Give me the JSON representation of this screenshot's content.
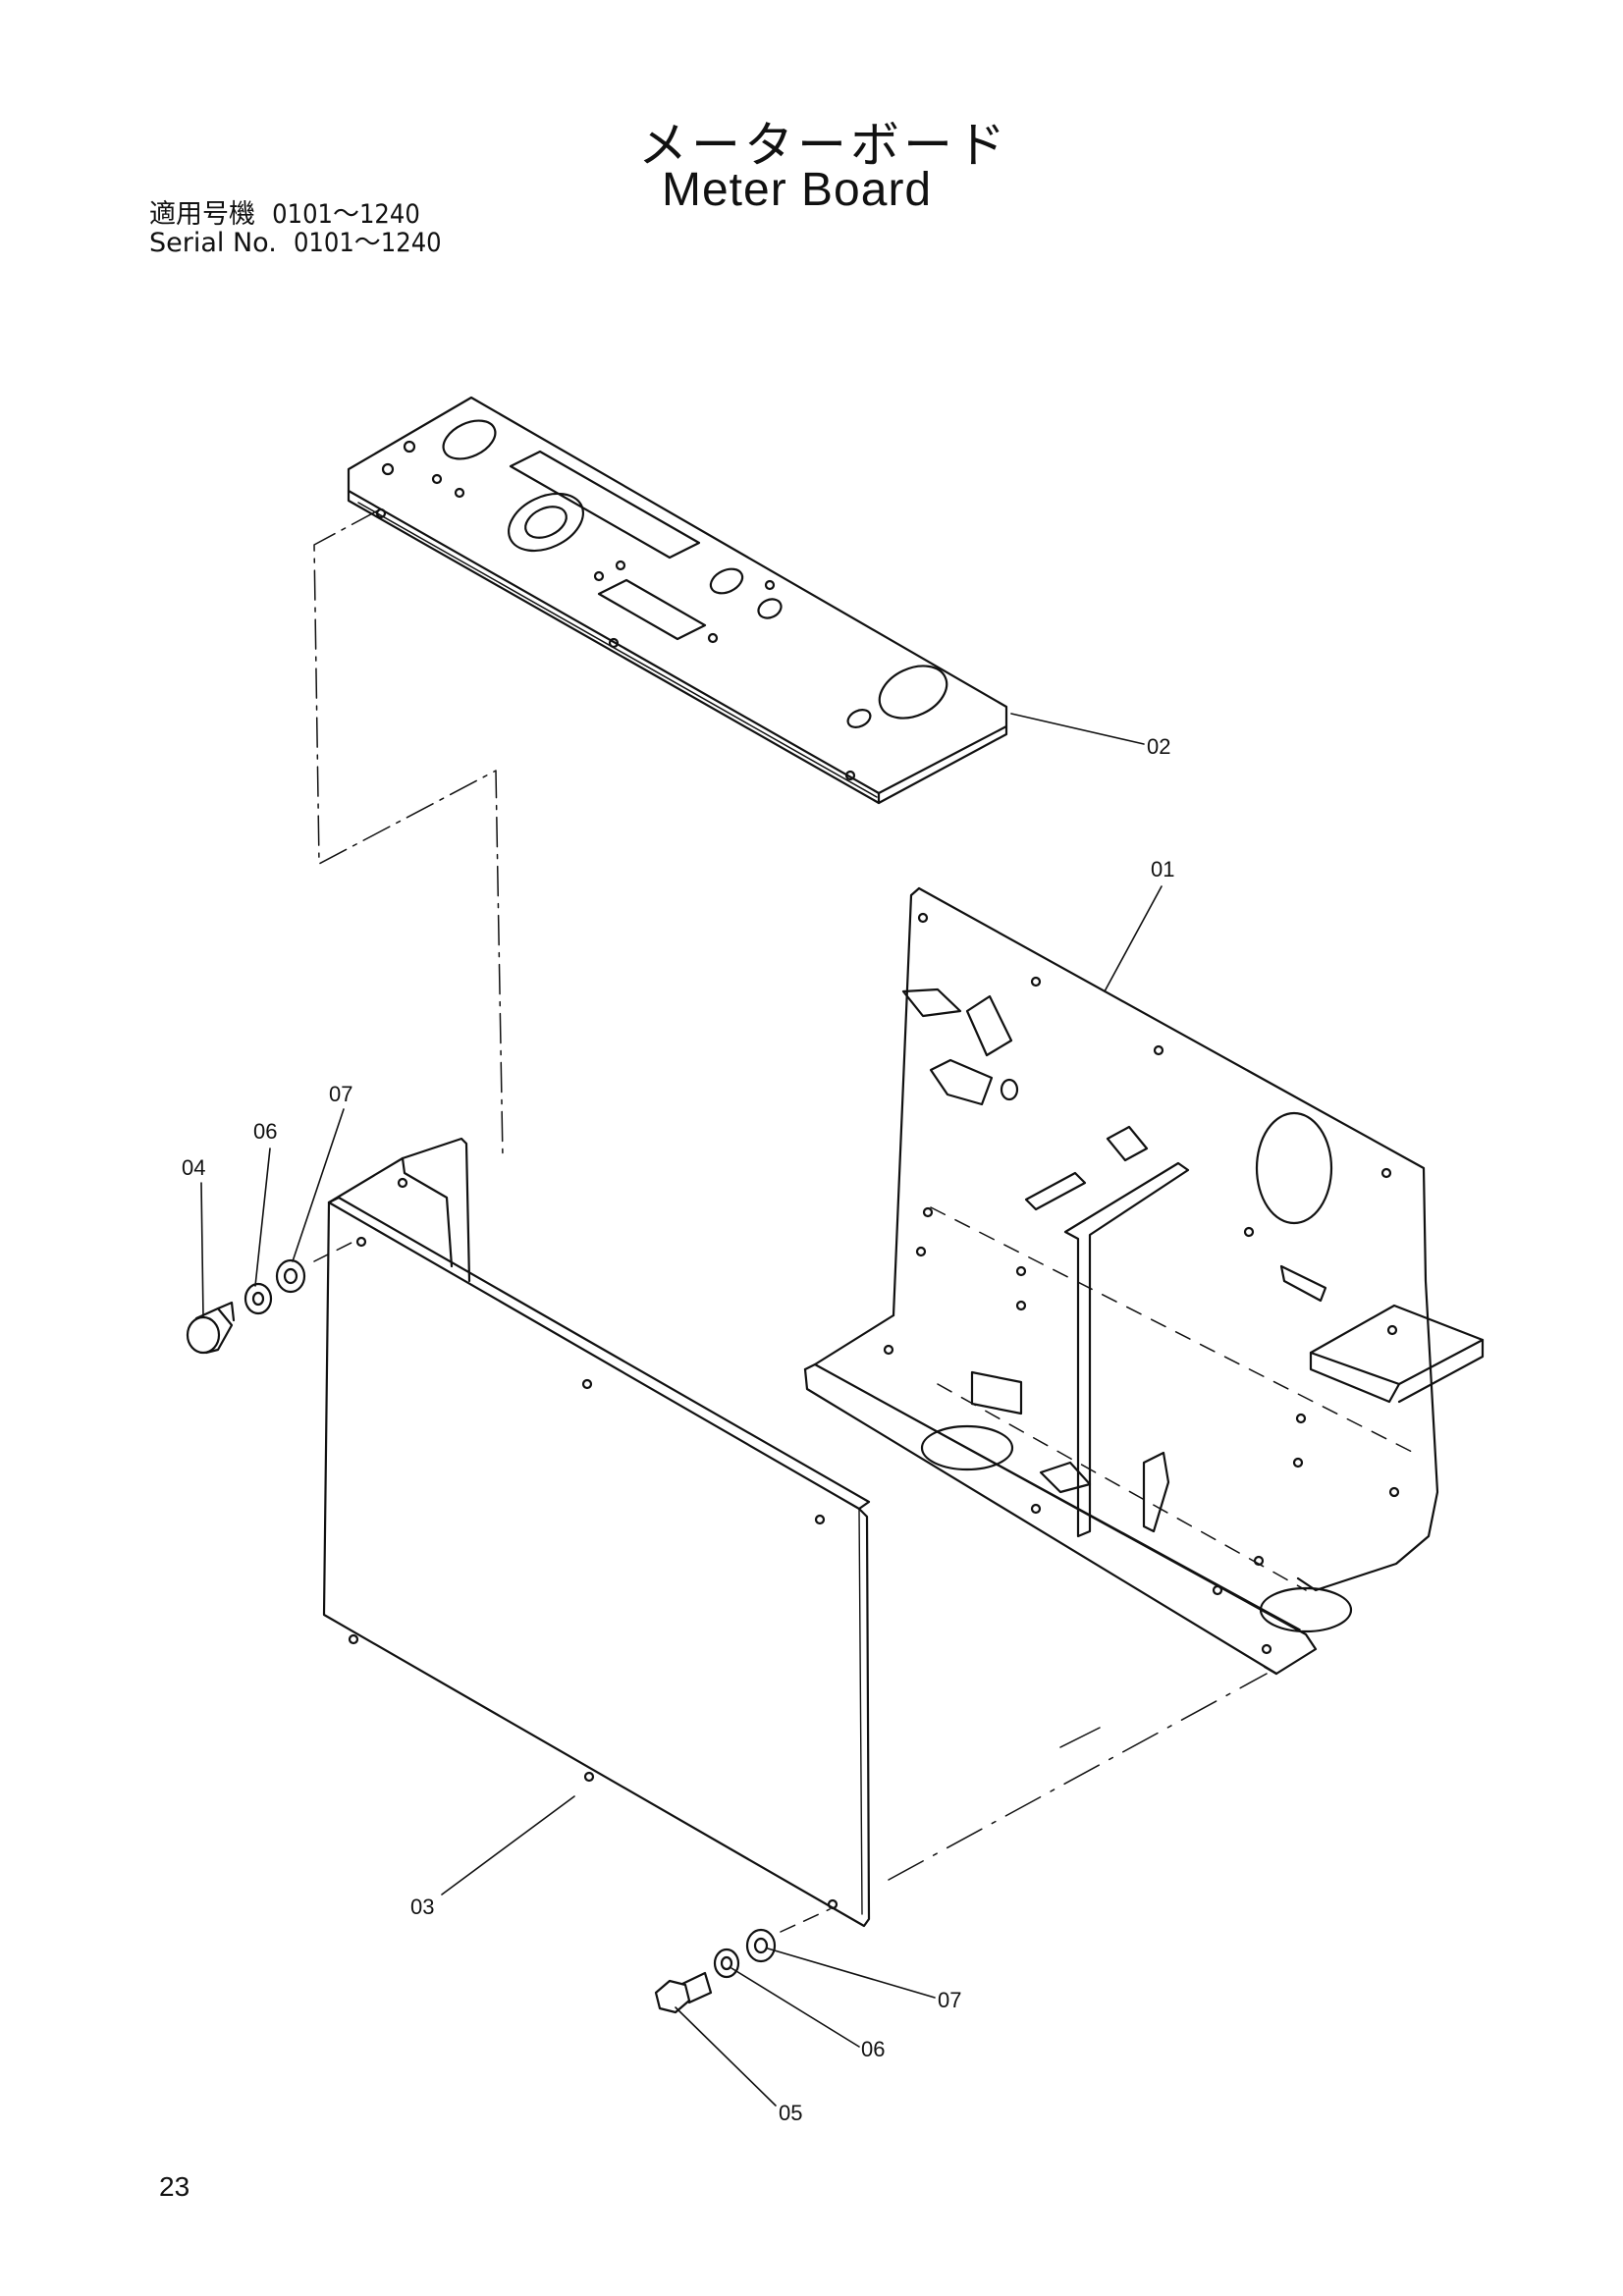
{
  "header": {
    "title_jp": "メーターボード",
    "title_en": "Meter Board",
    "serial_label_jp": "適用号機",
    "serial_label_en": "Serial No.",
    "serial_range_jp": "0101～1240",
    "serial_range_en": "0101～1240"
  },
  "callouts": {
    "p01": "01",
    "p02": "02",
    "p03": "03",
    "p04": "04",
    "p05": "05",
    "p06a": "06",
    "p06b": "06",
    "p07a": "07",
    "p07b": "07"
  },
  "footer": {
    "page_number": "23"
  }
}
